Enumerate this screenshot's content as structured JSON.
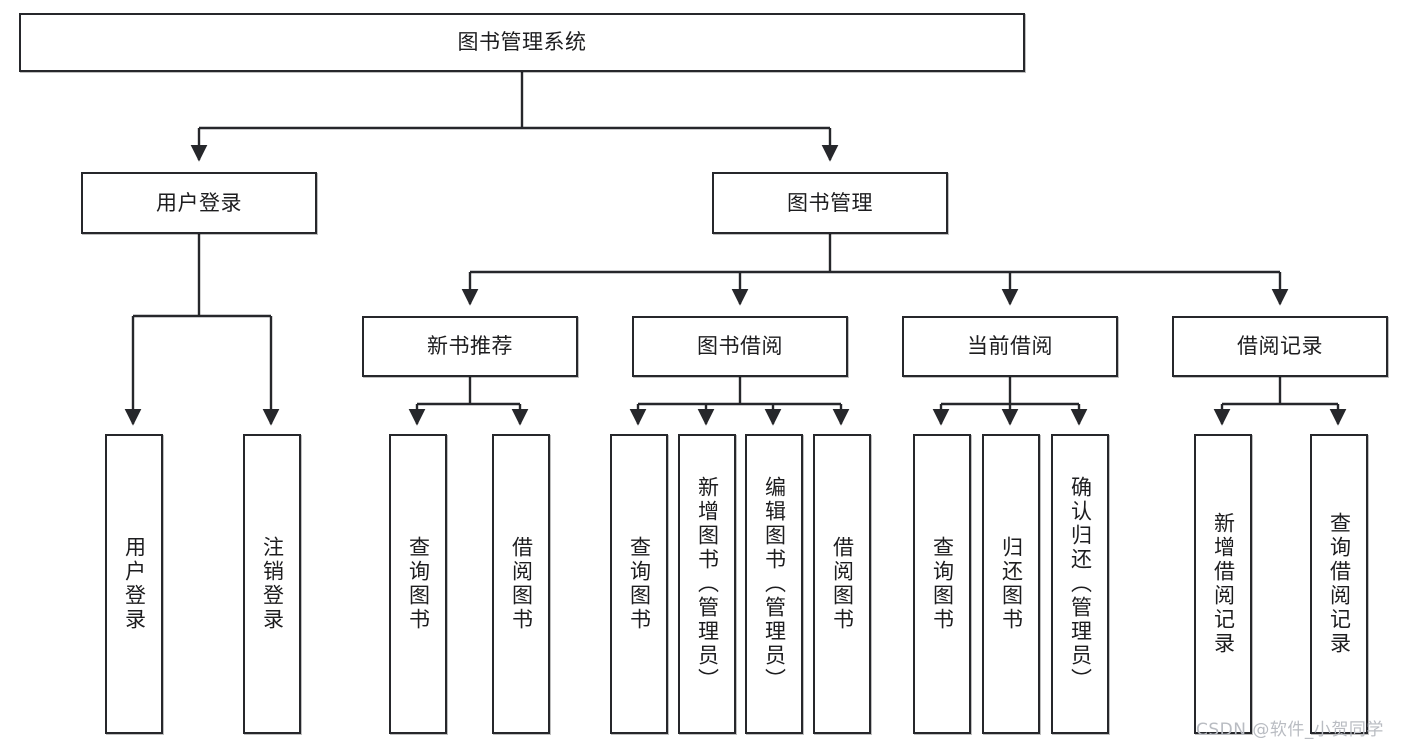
{
  "diagram": {
    "title": "图书管理系统",
    "type": "tree-hierarchy-diagram",
    "colors": {
      "box_border": "#26272b",
      "box_fill": "#ffffff",
      "connector": "#26272b",
      "text": "#1d1d1f",
      "watermark": "#b9bcc2"
    },
    "nodes": {
      "root": {
        "label": "图书管理系统"
      },
      "level2": [
        {
          "label": "用户登录"
        },
        {
          "label": "图书管理"
        }
      ],
      "level3": [
        {
          "label": "新书推荐"
        },
        {
          "label": "图书借阅"
        },
        {
          "label": "当前借阅"
        },
        {
          "label": "借阅记录"
        }
      ],
      "leaves": [
        {
          "label": "用户登录"
        },
        {
          "label": "注销登录"
        },
        {
          "label": "查询图书"
        },
        {
          "label": "借阅图书"
        },
        {
          "label": "查询图书"
        },
        {
          "label": "新增图书（管理员）"
        },
        {
          "label": "编辑图书（管理员）"
        },
        {
          "label": "借阅图书"
        },
        {
          "label": "查询图书"
        },
        {
          "label": "归还图书"
        },
        {
          "label": "确认归还（管理员）"
        },
        {
          "label": "新增借阅记录"
        },
        {
          "label": "查询借阅记录"
        }
      ]
    }
  },
  "watermark": {
    "text": "CSDN @软件_小贺同学"
  }
}
